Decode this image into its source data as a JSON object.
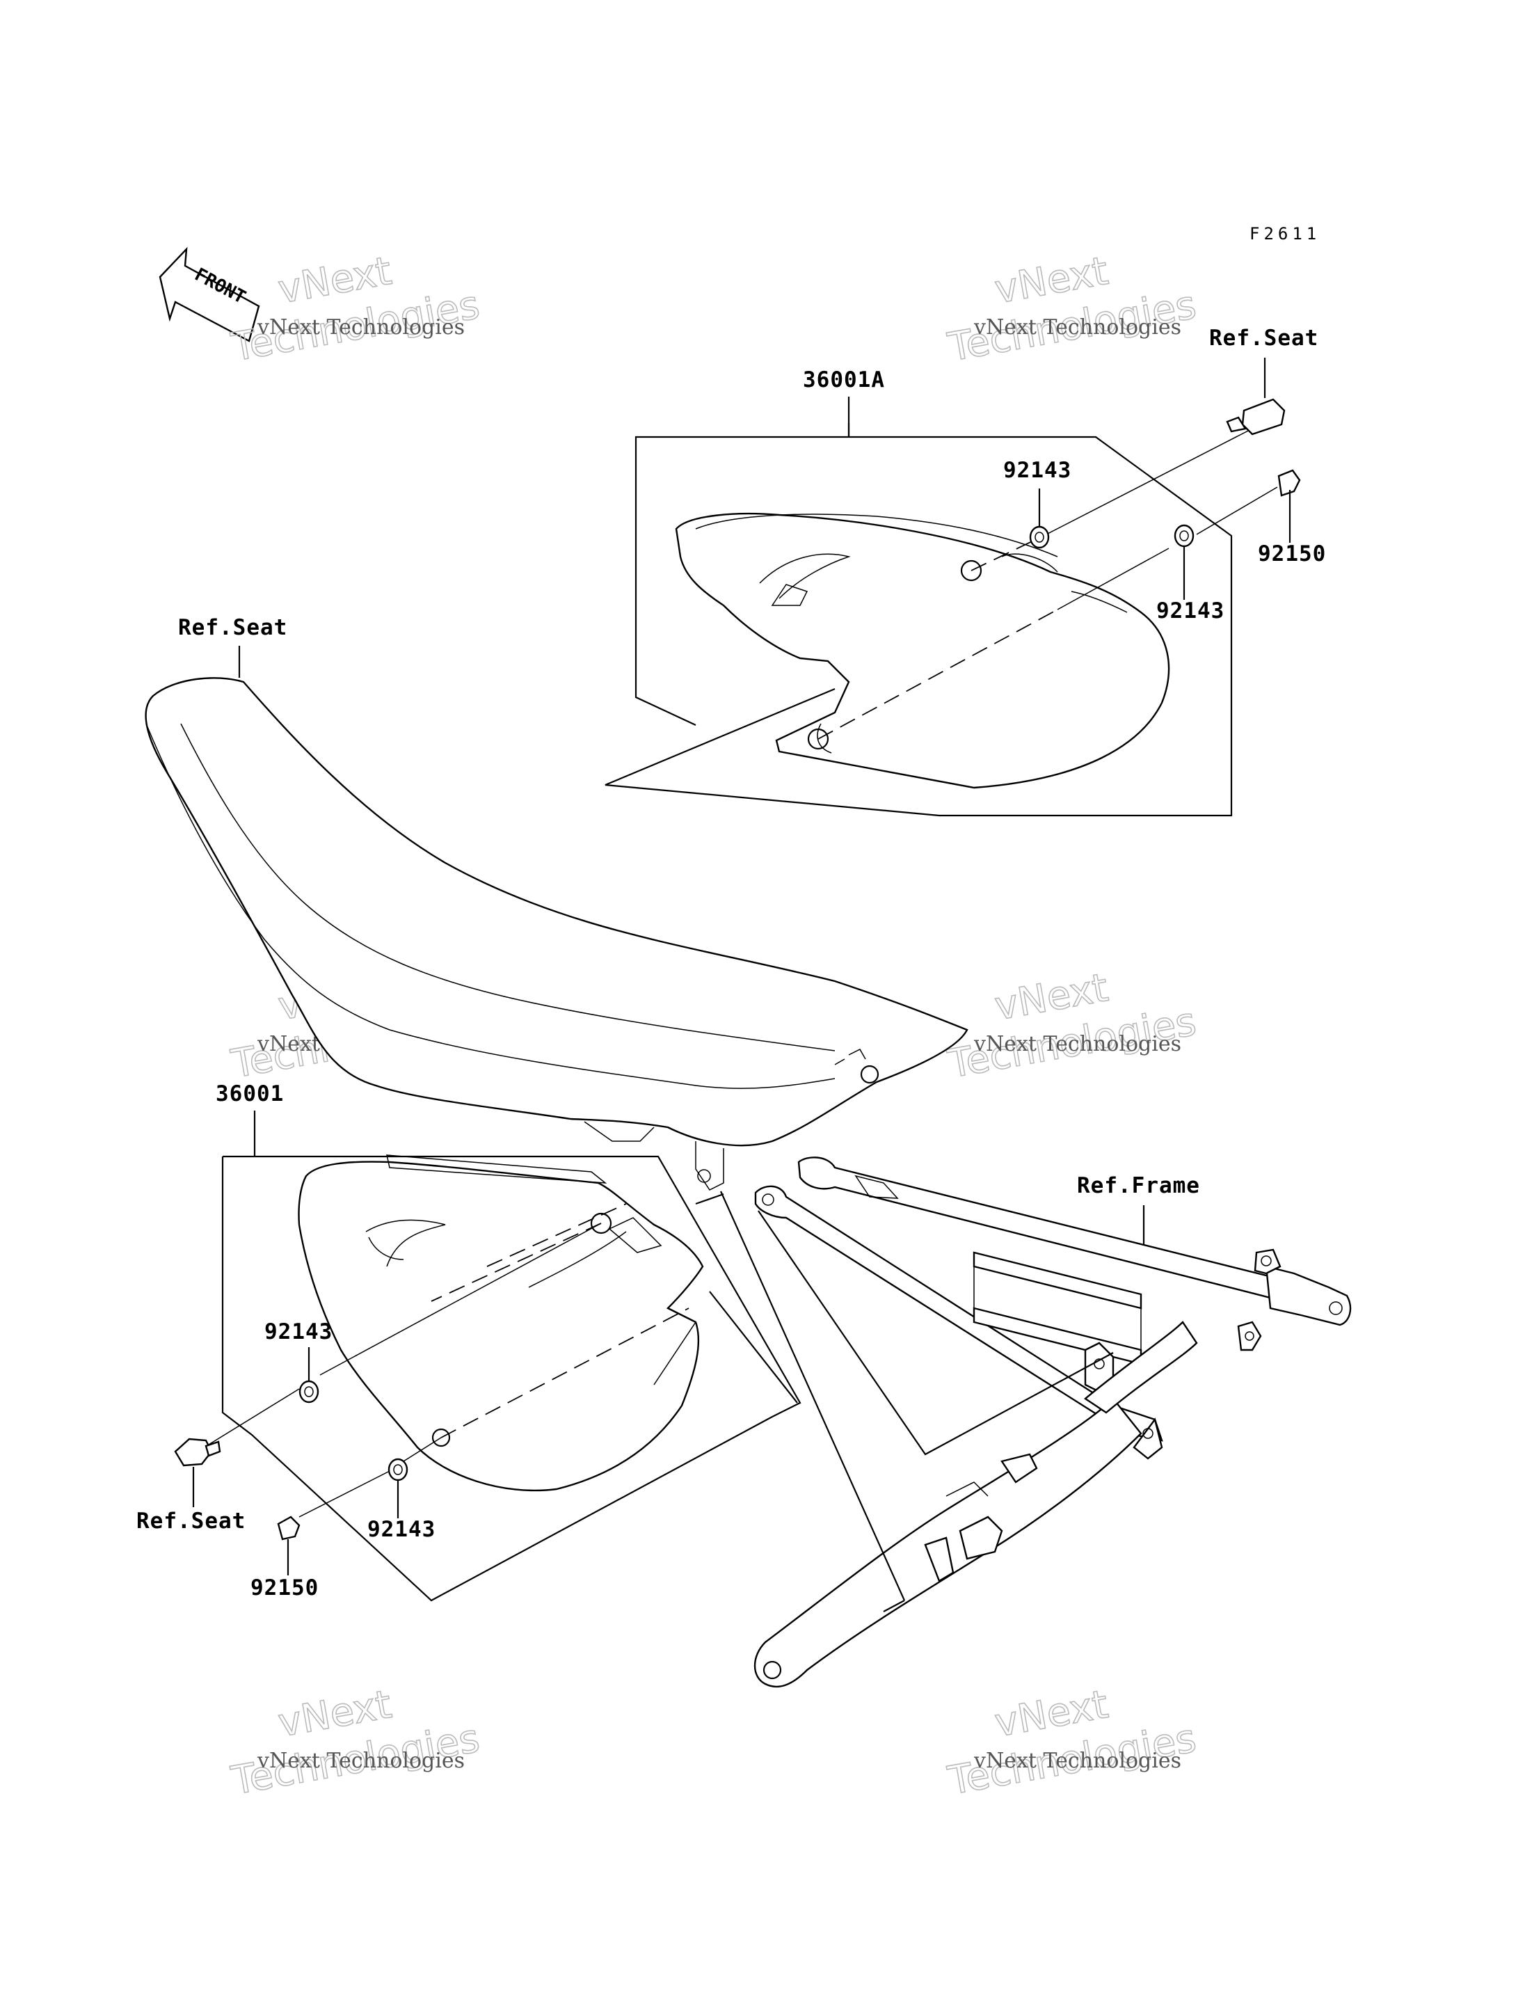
{
  "diagram_code": "F2611",
  "front_label": "FRONT",
  "labels": {
    "ref_seat_top_right": "Ref.Seat",
    "ref_seat_seat": "Ref.Seat",
    "ref_seat_bottom_left": "Ref.Seat",
    "ref_frame": "Ref.Frame",
    "part_36001A": "36001A",
    "part_36001": "36001",
    "washer_top_1": "92143",
    "washer_top_2": "92143",
    "bolt_top": "92150",
    "washer_bottom_1": "92143",
    "washer_bottom_2": "92143",
    "bolt_bottom": "92150"
  },
  "watermarks": [
    {
      "small": "vNext Technologies",
      "large": "vNext",
      "large2": "Technologies"
    },
    {
      "small": "vNext Technologies",
      "large": "vNext",
      "large2": "Technologies"
    },
    {
      "small": "vNext Technologies",
      "large": "vNext",
      "large2": "Technologies"
    },
    {
      "small": "vNext Technologies",
      "large": "vNext",
      "large2": "Technologies"
    },
    {
      "small": "vNext Technologies",
      "large": "vNext",
      "large2": "Technologies"
    },
    {
      "small": "vNext Technologies",
      "large": "vNext",
      "large2": "Technologies"
    }
  ]
}
